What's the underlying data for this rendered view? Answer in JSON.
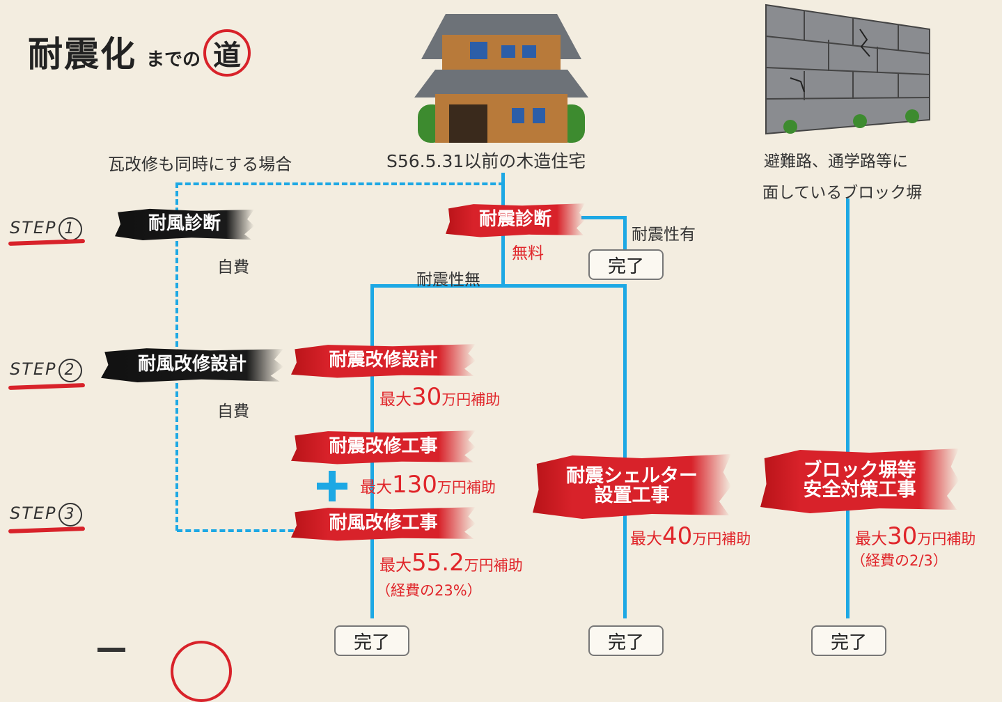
{
  "title": {
    "main": "耐震化",
    "small": "までの",
    "road": "道"
  },
  "captions": {
    "tile_case": "瓦改修も同時にする場合",
    "house": "S56.5.31以前の木造住宅",
    "wall_line1": "避難路、通学路等に",
    "wall_line2": "面しているブロック塀"
  },
  "steps": [
    {
      "prefix": "STEP",
      "num": "1"
    },
    {
      "prefix": "STEP",
      "num": "2"
    },
    {
      "prefix": "STEP",
      "num": "3"
    }
  ],
  "nodes": {
    "wind_diag": "耐風診断",
    "quake_diag": "耐震診断",
    "wind_design": "耐風改修設計",
    "quake_design": "耐震改修設計",
    "quake_work": "耐震改修工事",
    "wind_work": "耐風改修工事",
    "shelter_l1": "耐震シェルター",
    "shelter_l2": "設置工事",
    "block_l1": "ブロック塀等",
    "block_l2": "安全対策工事"
  },
  "labels": {
    "self_pay_1": "自費",
    "self_pay_2": "自費",
    "free": "無料",
    "resistant_yes": "耐震性有",
    "resistant_no": "耐震性無",
    "done": "完了"
  },
  "subsidies": {
    "design": {
      "pre": "最大",
      "num": "30",
      "post": "万円補助"
    },
    "work": {
      "pre": "最大",
      "num": "130",
      "post": "万円補助"
    },
    "wind": {
      "pre": "最大",
      "num": "55.2",
      "post": "万円補助",
      "note": "（経費の23%）"
    },
    "shelter": {
      "pre": "最大",
      "num": "40",
      "post": "万円補助"
    },
    "block": {
      "pre": "最大",
      "num": "30",
      "post": "万円補助",
      "note": "（経費の2/3）"
    }
  },
  "colors": {
    "line": "#1da8e4",
    "brush_red": "#d8222a",
    "brush_black": "#111111",
    "subsidy_text": "#e0252a"
  }
}
